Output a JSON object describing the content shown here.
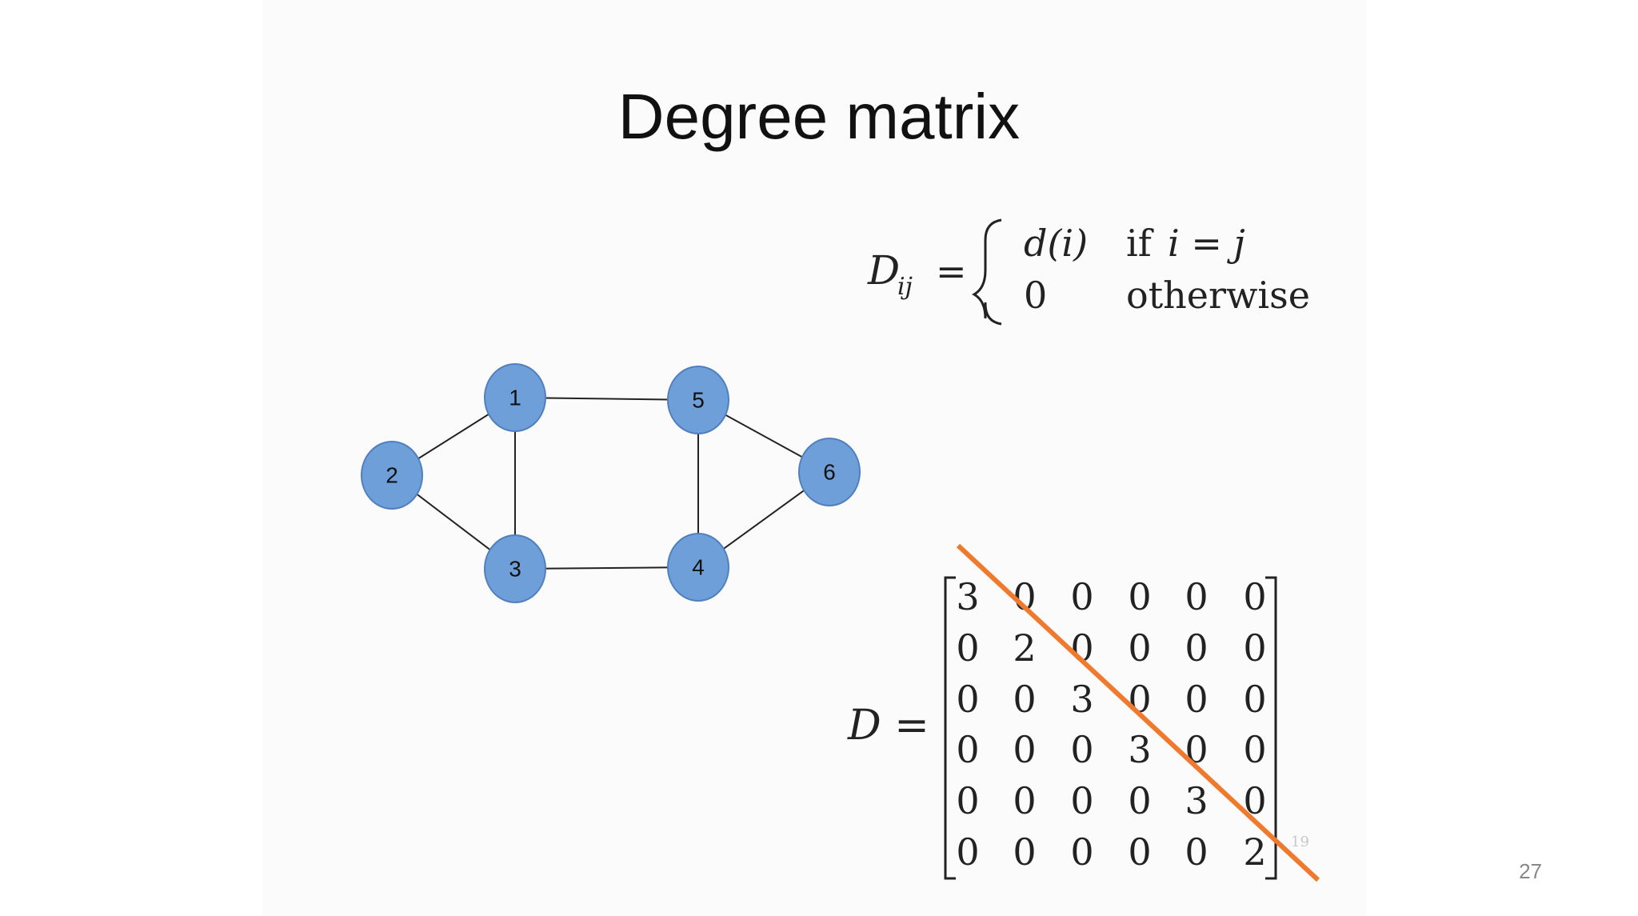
{
  "slide": {
    "title": "Degree matrix",
    "page_number": "27",
    "faint_note": "19"
  },
  "definition": {
    "lhs_symbol": "D",
    "lhs_subscript": "ij",
    "equals": "=",
    "case1_value": "d(i)",
    "case1_if": "if",
    "case1_condition": "i = j",
    "case2_value": "0",
    "case2_condition": "otherwise"
  },
  "graph": {
    "nodes": [
      {
        "id": "1",
        "label": "1"
      },
      {
        "id": "2",
        "label": "2"
      },
      {
        "id": "3",
        "label": "3"
      },
      {
        "id": "4",
        "label": "4"
      },
      {
        "id": "5",
        "label": "5"
      },
      {
        "id": "6",
        "label": "6"
      }
    ],
    "edges": [
      [
        "1",
        "2"
      ],
      [
        "1",
        "3"
      ],
      [
        "1",
        "5"
      ],
      [
        "2",
        "3"
      ],
      [
        "3",
        "4"
      ],
      [
        "4",
        "5"
      ],
      [
        "4",
        "6"
      ],
      [
        "5",
        "6"
      ]
    ]
  },
  "matrix": {
    "label": "D =",
    "rows": [
      [
        "3",
        "0",
        "0",
        "0",
        "0",
        "0"
      ],
      [
        "0",
        "2",
        "0",
        "0",
        "0",
        "0"
      ],
      [
        "0",
        "0",
        "3",
        "0",
        "0",
        "0"
      ],
      [
        "0",
        "0",
        "0",
        "3",
        "0",
        "0"
      ],
      [
        "0",
        "0",
        "0",
        "0",
        "3",
        "0"
      ],
      [
        "0",
        "0",
        "0",
        "0",
        "0",
        "2"
      ]
    ]
  },
  "colors": {
    "node_fill": "#6f9fd8",
    "diagonal_highlight": "#ef7a2e"
  }
}
